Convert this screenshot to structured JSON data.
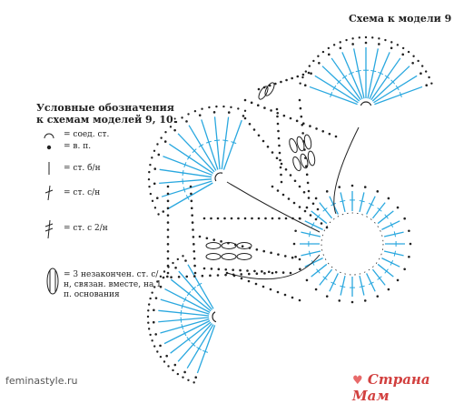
{
  "title": "Схема к модели 9",
  "legend": {
    "heading_line1": "Условные обозначения",
    "heading_line2": "к схемам моделей 9, 10:",
    "items": [
      {
        "symbol": "slip-stitch",
        "label": "= соед. ст."
      },
      {
        "symbol": "chain",
        "label": "= в. п."
      },
      {
        "symbol": "single-crochet",
        "label": "= ст. б/н"
      },
      {
        "symbol": "double-crochet",
        "label": "= ст. с/н"
      },
      {
        "symbol": "treble-crochet",
        "label": "= ст. с 2/н"
      },
      {
        "symbol": "cluster-3",
        "label": "= 3 незакончен. ст. с/н, связан. вместе, на 1 п. основания"
      }
    ]
  },
  "watermark_left": "feminastyle.ru",
  "watermark_right": "Страна Мам",
  "colors": {
    "stitch_blue": "#2aa8df",
    "ink": "#222222",
    "watermark_red": "#d2403f"
  }
}
